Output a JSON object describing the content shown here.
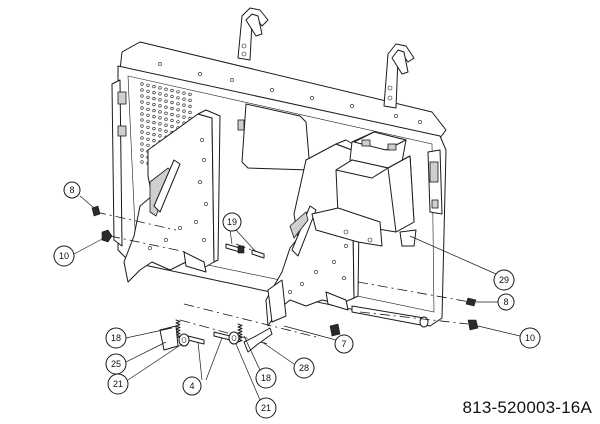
{
  "drawing_number": "813-520003-16A",
  "callouts": [
    {
      "id": "c8a",
      "label": "8"
    },
    {
      "id": "c10a",
      "label": "10"
    },
    {
      "id": "c19",
      "label": "19"
    },
    {
      "id": "c29",
      "label": "29"
    },
    {
      "id": "c8b",
      "label": "8"
    },
    {
      "id": "c10b",
      "label": "10"
    },
    {
      "id": "c7",
      "label": "7"
    },
    {
      "id": "c28",
      "label": "28"
    },
    {
      "id": "c18a",
      "label": "18"
    },
    {
      "id": "c18b",
      "label": "18"
    },
    {
      "id": "c25",
      "label": "25"
    },
    {
      "id": "c21a",
      "label": "21"
    },
    {
      "id": "c4",
      "label": "4"
    },
    {
      "id": "c21b",
      "label": "21"
    }
  ]
}
